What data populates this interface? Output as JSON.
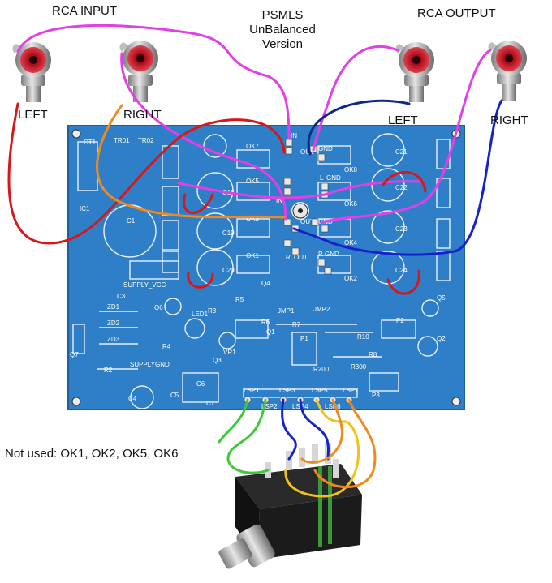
{
  "labels": {
    "rca_input": "RCA  INPUT",
    "rca_output": "RCA OUTPUT",
    "psmls_line1": "PSMLS",
    "psmls_line2": "UnBalanced",
    "psmls_line3": "Version",
    "in_left": "LEFT",
    "in_right": "RIGHT",
    "out_left": "LEFT",
    "out_right": "RIGHT",
    "not_used": "Not used: OK1, OK2, OK5, OK6"
  },
  "board_labels": {
    "ok7": "OK7",
    "ok5": "OK5",
    "ok3": "OK3",
    "ok1": "OK1",
    "ok8": "OK8",
    "ok6": "OK6",
    "ok4": "OK4",
    "ok2": "OK2",
    "c1": "C1",
    "c18": "C18",
    "c19": "C19",
    "c20": "C20",
    "c21": "C21",
    "c22": "C22",
    "c23": "C23",
    "c24": "C24",
    "ic1": "IC1",
    "tr01": "TR01",
    "tr02": "TR02",
    "ct1": "CT1",
    "supply_vcc": "SUPPLY_VCC",
    "supplygnd": "SUPPLYGND",
    "led1": "LED1",
    "vr1": "VR1",
    "jmp1": "JMP1",
    "jmp2": "JMP2",
    "p1": "P1",
    "p2": "P2",
    "p3": "P3",
    "q1": "Q1",
    "q2": "Q2",
    "q3": "Q3",
    "q4": "Q4",
    "q5": "Q5",
    "q6": "Q6",
    "q7": "Q7",
    "r2": "R2",
    "r3": "R3",
    "r4": "R4",
    "r5": "R5",
    "r6": "R6",
    "r7": "R7",
    "r8": "R8",
    "r10": "R10",
    "r200": "R200",
    "r300": "R300",
    "zd1": "ZD1",
    "zd2": "ZD2",
    "zd3": "ZD3",
    "c3": "C3",
    "c4": "C4",
    "c5": "C5",
    "c6": "C6",
    "c7": "C7",
    "lsp1": "LSP1",
    "lsp2": "LSP2",
    "lsp3": "LSP3",
    "lsp4": "LSP4",
    "lsp5": "LSP5",
    "lsp6": "LSP6",
    "lsp7": "LSP7",
    "in": "IN",
    "out": "OUT",
    "gnd": "GND",
    "l": "L",
    "r": "R"
  },
  "colors": {
    "board": "#2f7fc8",
    "wire_magenta": "#e23fe8",
    "wire_red": "#d81818",
    "wire_orange": "#f08a1e",
    "wire_navy": "#0b2a8c",
    "wire_blue": "#1522cc",
    "wire_green": "#3fc83a",
    "wire_yellow": "#f2c21a",
    "rca_red": "#c8102e"
  }
}
